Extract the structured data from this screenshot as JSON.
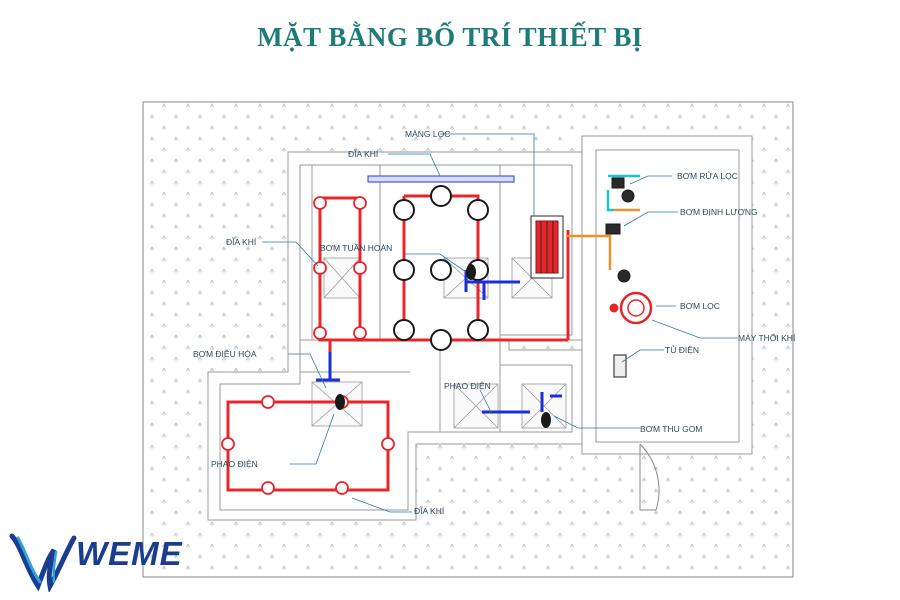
{
  "title": "MẶT BẰNG BỐ TRÍ THIẾT BỊ",
  "labels": {
    "mang_loc": "MÀNG LỌC",
    "dia_khi_top": "ĐĨA KHÍ",
    "dia_khi_left": "ĐĨA KHÍ",
    "bom_tuan_hoan": "BƠM TUẦN HOÀN",
    "bom_dieu_hoa": "BƠM ĐIỀU HÒA",
    "phao_dien_left": "PHAO ĐIỆN",
    "phao_dien_mid": "PHAO ĐIỆN",
    "dia_khi_bottom": "ĐĨA KHÍ",
    "bom_rua_loc": "BƠM RỬA LỌC",
    "bom_dinh_luong": "BƠM ĐỊNH LƯỢNG",
    "bom_loc": "BƠM LỌC",
    "may_thoi_khi": "MÁY THỔI KHÍ",
    "tu_dien": "TỦ ĐIỆN",
    "bom_thu_gom": "BƠM THU GOM"
  },
  "logo": {
    "text": "WEME"
  },
  "colors": {
    "title": "#1f7a7a",
    "air_pipe": "#e8262a",
    "water_pipe": "#1b2fd6",
    "cyan_pipe": "#18c4d8",
    "orange_pipe": "#f0902a",
    "wall": "#9a9a9a",
    "logo_blue": "#1a3d8f"
  }
}
